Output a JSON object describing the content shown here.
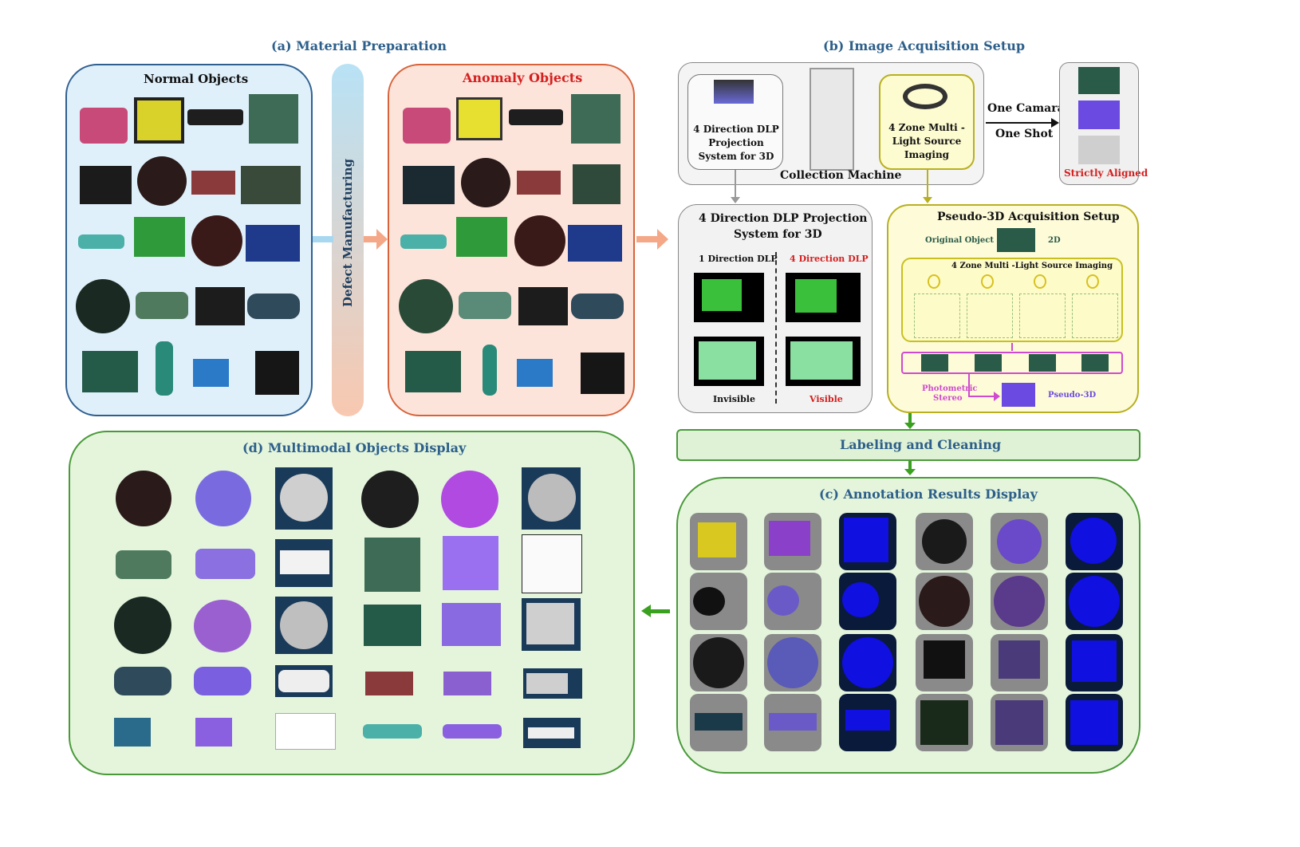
{
  "titles": {
    "a": "(a) Material Preparation",
    "b": "(b) Image Acquisition Setup",
    "c": "(c) Annotation Results Display",
    "d": "(d) Multimodal Objects Display"
  },
  "material": {
    "normal": "Normal Objects",
    "anomaly": "Anomaly Objects",
    "defect": "Defect Manufacturing"
  },
  "acquisition": {
    "dlp_box": "4 Direction DLP Projection System for 3D",
    "machine": "Collection Machine",
    "light_box": "4 Zone Multi - Light Source Imaging",
    "one_camera": "One Camara",
    "one_shot": "One Shot",
    "strictly_aligned": "Strictly Aligned",
    "dlp_panel_title_1": "4 Direction DLP Projection",
    "dlp_panel_title_2": "System for 3D",
    "dir1": "1 Direction DLP",
    "dir4": "4 Direction DLP",
    "invisible": "Invisible",
    "visible": "Visible",
    "pseudo_title": "Pseudo-3D Acquisition Setup",
    "original_object": "Original Object",
    "label_2d": "2D",
    "zone_label": "4 Zone Multi -Light Source Imaging",
    "photometric_1": "Photometric",
    "photometric_2": "Stereo",
    "pseudo3d": "Pseudo-3D"
  },
  "labeling": "Labeling and Cleaning",
  "colors": {
    "blue_panel": "#dff0fb",
    "blue_border": "#2f5f8f",
    "orange_panel": "#fde4da",
    "orange_border": "#d8623a",
    "green_panel": "#e4f5dc",
    "green_border": "#4a9a3a",
    "yellow_panel": "#fdfbd8",
    "yellow_border": "#b8b020",
    "title_blue": "#2d5f8a",
    "accent_red": "#d42020",
    "pink": "#d04ad0"
  }
}
